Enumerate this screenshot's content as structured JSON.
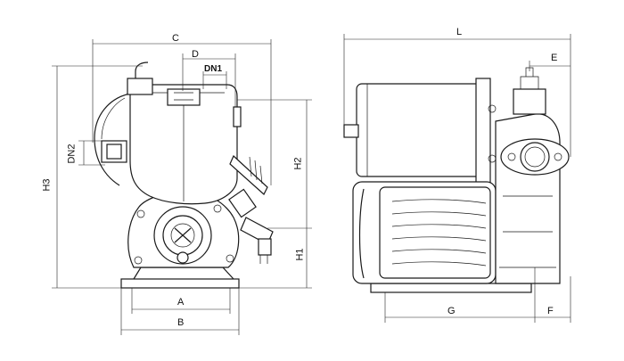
{
  "drawing": {
    "front_view": {
      "labels": {
        "C": "C",
        "D": "D",
        "DN1": "DN1",
        "DN2": "DN2",
        "H2": "H2",
        "H3": "H3",
        "H1": "H1",
        "A": "A",
        "B": "B"
      }
    },
    "side_view": {
      "labels": {
        "L": "L",
        "E": "E",
        "G": "G",
        "F": "F"
      }
    }
  }
}
